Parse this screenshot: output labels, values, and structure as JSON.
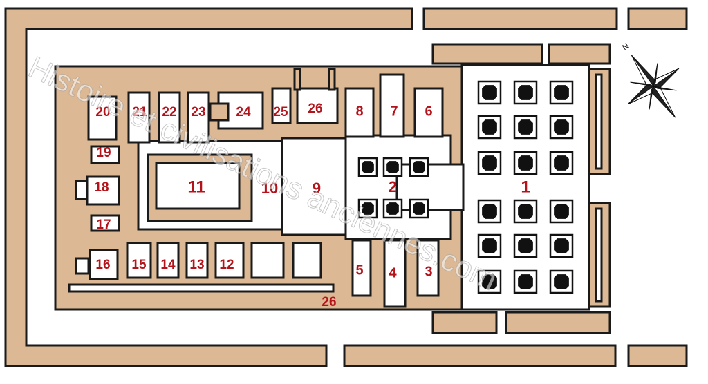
{
  "colors": {
    "wall": "#dcb894",
    "outline": "#1a1a1a",
    "floor": "#ffffff",
    "label": "#b3141b",
    "pillar": "#111111"
  },
  "rooms": [
    {
      "id": "1",
      "label": "1"
    },
    {
      "id": "2",
      "label": "2"
    },
    {
      "id": "3",
      "label": "3"
    },
    {
      "id": "4",
      "label": "4"
    },
    {
      "id": "5",
      "label": "5"
    },
    {
      "id": "6",
      "label": "6"
    },
    {
      "id": "7",
      "label": "7"
    },
    {
      "id": "8",
      "label": "8"
    },
    {
      "id": "9",
      "label": "9"
    },
    {
      "id": "10",
      "label": "10"
    },
    {
      "id": "11",
      "label": "11"
    },
    {
      "id": "12",
      "label": "12"
    },
    {
      "id": "13",
      "label": "13"
    },
    {
      "id": "14",
      "label": "14"
    },
    {
      "id": "15",
      "label": "15"
    },
    {
      "id": "16",
      "label": "16"
    },
    {
      "id": "17",
      "label": "17"
    },
    {
      "id": "18",
      "label": "18"
    },
    {
      "id": "19",
      "label": "19"
    },
    {
      "id": "20",
      "label": "20"
    },
    {
      "id": "21",
      "label": "21"
    },
    {
      "id": "22",
      "label": "22"
    },
    {
      "id": "23",
      "label": "23"
    },
    {
      "id": "24",
      "label": "24"
    },
    {
      "id": "25",
      "label": "25"
    },
    {
      "id": "26a",
      "label": "26"
    },
    {
      "id": "26b",
      "label": "26"
    }
  ],
  "watermark": "Histoire et civilisations anciennes.com",
  "compass": {
    "icon": "compass-rose-icon",
    "north_label": "N"
  }
}
